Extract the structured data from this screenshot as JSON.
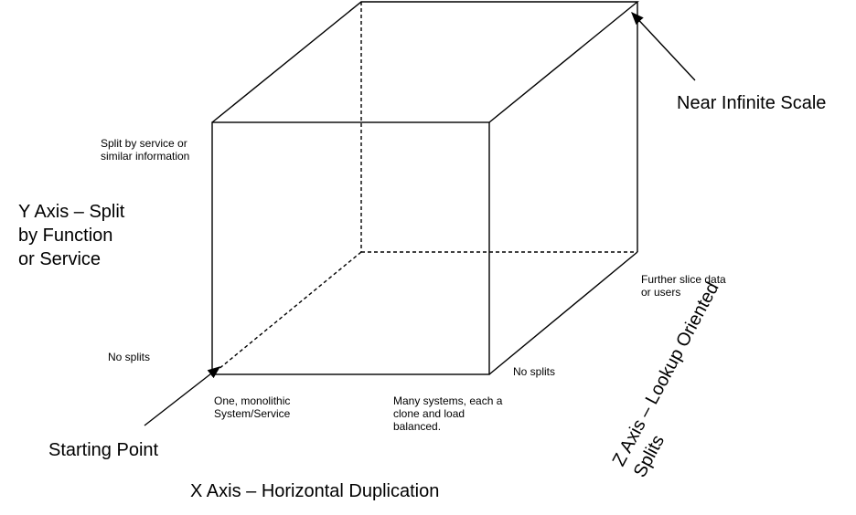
{
  "labels": {
    "near_infinite": "Near Infinite Scale",
    "split_by_service": "Split by service or\nsimilar information",
    "y_axis": "Y Axis – Split\nby Function\nor Service",
    "further_slice": "Further slice data\nor users",
    "z_axis": "Z Axis – Lookup Oriented\nSplits",
    "no_splits_left": "No splits",
    "no_splits_right": "No splits",
    "one_monolithic": "One, monolithic\nSystem/Service",
    "many_systems": "Many systems, each a\nclone and load\nbalanced.",
    "starting_point": "Starting Point",
    "x_axis": "X Axis – Horizontal Duplication"
  }
}
